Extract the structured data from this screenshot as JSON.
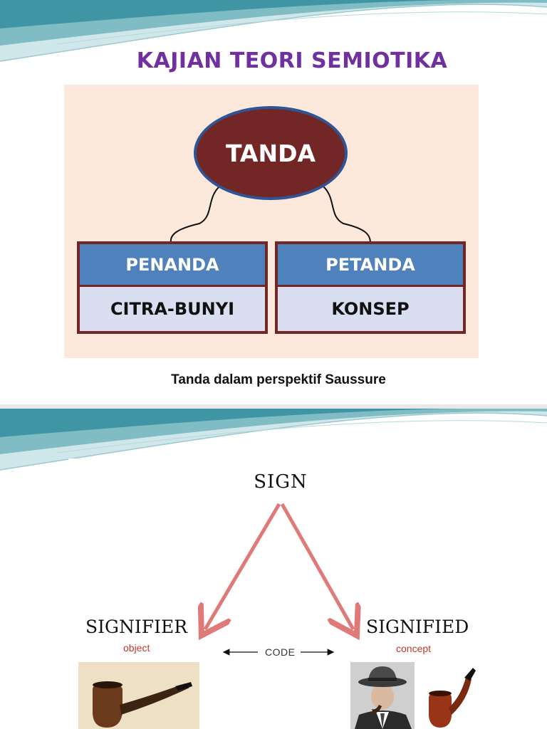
{
  "slide1": {
    "title": "KAJIAN TEORI SEMIOTIKA",
    "diagram": {
      "root": "TANDA",
      "children": [
        {
          "head": "PENANDA",
          "body": "CITRA-BUNYI"
        },
        {
          "head": "PETANDA",
          "body": "KONSEP"
        }
      ]
    },
    "caption": "Tanda dalam perspektif Saussure"
  },
  "slide2": {
    "sign": "SIGN",
    "signifier": {
      "label": "SIGNIFIER",
      "sub": "object"
    },
    "signified": {
      "label": "SIGNIFIED",
      "sub": "concept"
    },
    "code": "CODE"
  },
  "colors": {
    "title": "#7030a0",
    "ellipse_fill": "#722626",
    "ellipse_border": "#2f5597",
    "box_head": "#4f81bd",
    "box_body": "#d9dff0",
    "box_border": "#722626",
    "panel": "#fce9db",
    "arrow": "#e07a78",
    "sub_text": "#c0392b"
  },
  "icons": [
    "wave-decoration",
    "pipe-image",
    "man-with-hat-image",
    "pipe-image"
  ]
}
